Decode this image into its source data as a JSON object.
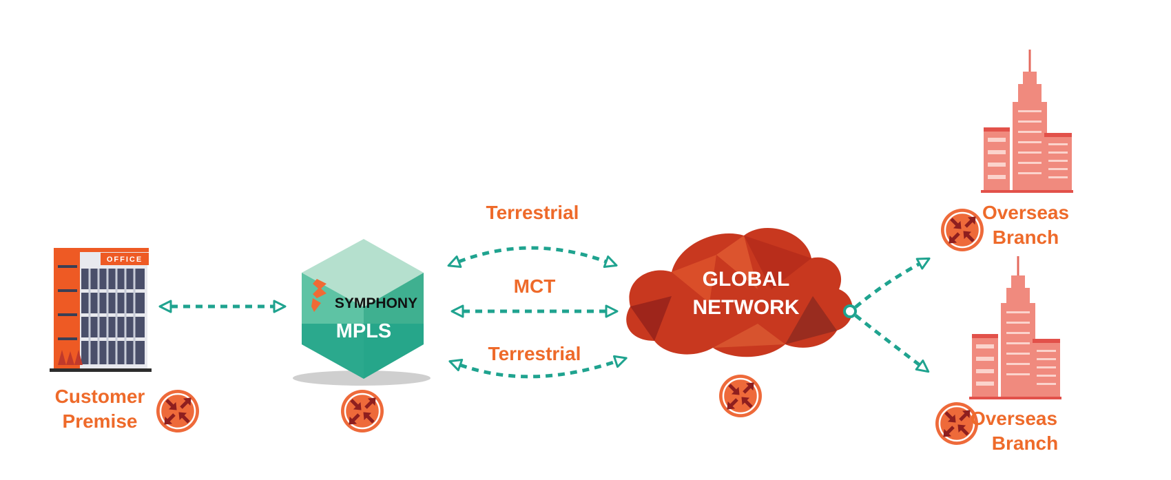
{
  "customer": {
    "label_line1": "Customer",
    "label_line2": "Premise",
    "building_sign": "OFFICE"
  },
  "hub": {
    "brand": "SYMPHONY",
    "service": "MPLS"
  },
  "links": {
    "top": "Terrestrial",
    "middle": "MCT",
    "bottom": "Terrestrial"
  },
  "cloud": {
    "line1": "GLOBAL",
    "line2": "NETWORK"
  },
  "branches": [
    {
      "line1": "Overseas",
      "line2": "Branch"
    },
    {
      "line1": "Overseas",
      "line2": "Branch"
    }
  ],
  "colors": {
    "accent_orange": "#EE6A2A",
    "connector_teal": "#1FA38F",
    "router_fill": "#EE6A3A",
    "cloud_red": "#C8381F",
    "cube_green": "#4FBF9E"
  },
  "icons": [
    "office-building-icon",
    "router-icon",
    "mpls-cube-icon",
    "cloud-icon",
    "skyscraper-icon"
  ]
}
